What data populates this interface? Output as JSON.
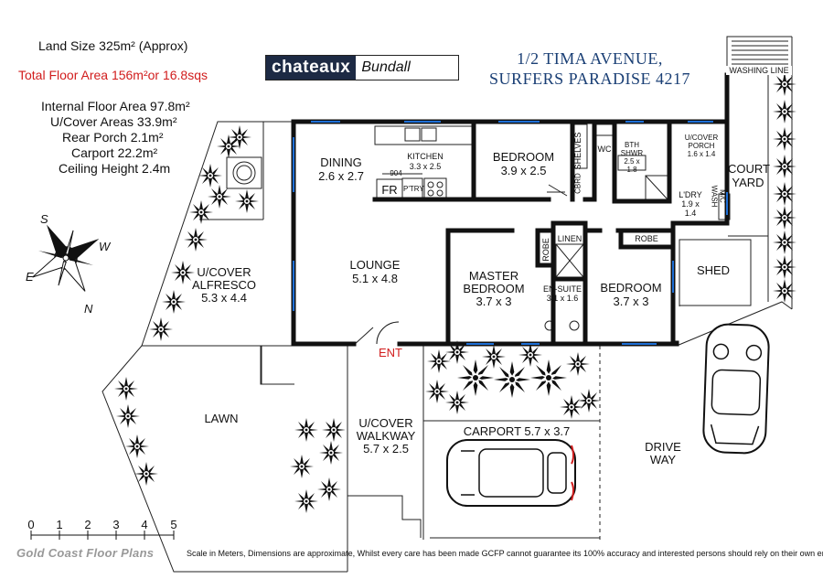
{
  "info": {
    "land_size": "Land Size 325m² (Approx)",
    "total_floor": "Total Floor Area 156m²or 16.8sqs",
    "internal": "Internal Floor Area 97.8m²",
    "ucover": "U/Cover Areas 33.9m²",
    "porch": "Rear Porch 2.1m²",
    "carport": "Carport 22.2m²",
    "ceiling": "Ceiling Height 2.4m"
  },
  "logo": {
    "brand": "chateaux",
    "office": "Bundall"
  },
  "address": {
    "line1": "1/2 TIMA AVENUE,",
    "line2": "SURFERS PARADISE 4217"
  },
  "compass": {
    "s": "S",
    "w": "W",
    "e": "E",
    "n": "N"
  },
  "rooms": {
    "dining_name": "DINING",
    "dining_dim": "2.6 x 2.7",
    "kitchen_name": "KITCHEN",
    "kitchen_dim": "3.3 x 2.5",
    "bed1_name": "BEDROOM",
    "bed1_dim": "3.9 x 2.5",
    "shelves": "SHELVES",
    "cbrd": "CBRD",
    "wc": "WC",
    "bth_name": "BTH",
    "bth_shwr": "SHWR",
    "bth_dim1": "2.5 x",
    "bth_dim2": "1.8",
    "ucporch_name1": "U/COVER",
    "ucporch_name2": "PORCH",
    "ucporch_dim": "1.6 x 1.4",
    "courtyard1": "COURT",
    "courtyard2": "YARD",
    "washing_line": "WASHING LINE",
    "ldry_name": "L'DRY",
    "ldry_dim1": "1.9 x",
    "ldry_dim2": "1.4",
    "wash_mc1": "WASH",
    "wash_mc2": "M/C",
    "fr": "FR",
    "ptry": "P'TRY",
    "dim_904": "904",
    "lounge_name": "LOUNGE",
    "lounge_dim": "5.1 x 4.8",
    "alfresco_name1": "U/COVER",
    "alfresco_name2": "ALFRESCO",
    "alfresco_dim": "5.3 x 4.4",
    "robe1": "ROBE",
    "linen": "LINEN",
    "robe2": "ROBE",
    "master_name1": "MASTER",
    "master_name2": "BEDROOM",
    "master_dim": "3.7 x 3",
    "ensuite_name": "EN-SUITE",
    "ensuite_dim": "3.1 x 1.6",
    "bed2_name": "BEDROOM",
    "bed2_dim": "3.7 x 3",
    "shed": "SHED",
    "ent": "ENT",
    "lawn": "LAWN",
    "walkway_name1": "U/COVER",
    "walkway_name2": "WALKWAY",
    "walkway_dim": "5.7 x 2.5",
    "carport": "CARPORT 5.7 x 3.7",
    "driveway1": "DRIVE",
    "driveway2": "WAY"
  },
  "scale": {
    "ticks": [
      "0",
      "1",
      "2",
      "3",
      "4",
      "5"
    ]
  },
  "footer": {
    "brand": "Gold Coast Floor Plans",
    "disclaimer": "Scale in Meters, Dimensions are approximate, Whilst every care has been made GCFP cannot guarantee its 100% accuracy and interested persons should rely on their own enquiries"
  },
  "colors": {
    "wall": "#111111",
    "window": "#1e6fd6",
    "red": "#d11d1d",
    "address": "#1a3f75",
    "logo_bg": "#1d2a44"
  }
}
